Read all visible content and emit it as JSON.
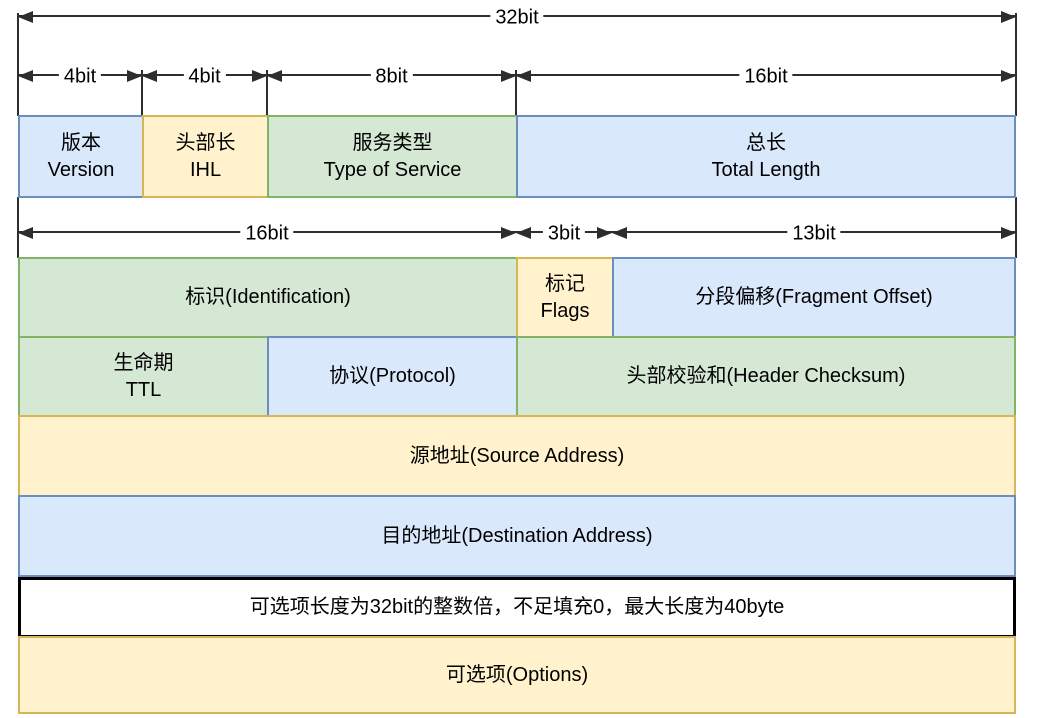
{
  "title": "IP 头部结构图 (IPv4 Header Structure Diagram)",
  "colors": {
    "blue_fill": "#dae8fc",
    "blue_border": "#6c8ebf",
    "green_fill": "#d5e8d4",
    "green_border": "#82b366",
    "yellow_fill": "#fff2cc",
    "yellow_border": "#d6b656",
    "note_border": "#000000",
    "arrow_color": "#2d2d2d"
  },
  "bit_labels": {
    "bit32": "32bit",
    "bit4_version": "4bit",
    "bit4_ihl": "4bit",
    "bit8": "8bit",
    "bit16_total": "16bit",
    "bit16_identification": "16bit",
    "bit3": "3bit",
    "bit13": "13bit"
  },
  "cells": {
    "version": {
      "line1": "版本",
      "line2": "Version"
    },
    "ihl": {
      "line1": "头部长",
      "line2": "IHL"
    },
    "type_of_service": {
      "line1": "服务类型",
      "line2": "Type of Service"
    },
    "total_length": {
      "line1": "总长",
      "line2": "Total Length"
    },
    "identification": {
      "label": "标识(Identification)"
    },
    "flags": {
      "line1": "标记",
      "line2": "Flags"
    },
    "fragment_offset": {
      "label": "分段偏移(Fragment Offset)"
    },
    "ttl": {
      "line1": "生命期",
      "line2": "TTL"
    },
    "protocol": {
      "label": "协议(Protocol)"
    },
    "header_checksum": {
      "label": "头部校验和(Header Checksum)"
    },
    "source_address": {
      "label": "源地址(Source Address)"
    },
    "destination_address": {
      "label": "目的地址(Destination Address)"
    },
    "options_note": {
      "label": "可选项长度为32bit的整数倍，不足填充0，最大长度为40byte"
    },
    "options": {
      "label": "可选项(Options)"
    }
  }
}
